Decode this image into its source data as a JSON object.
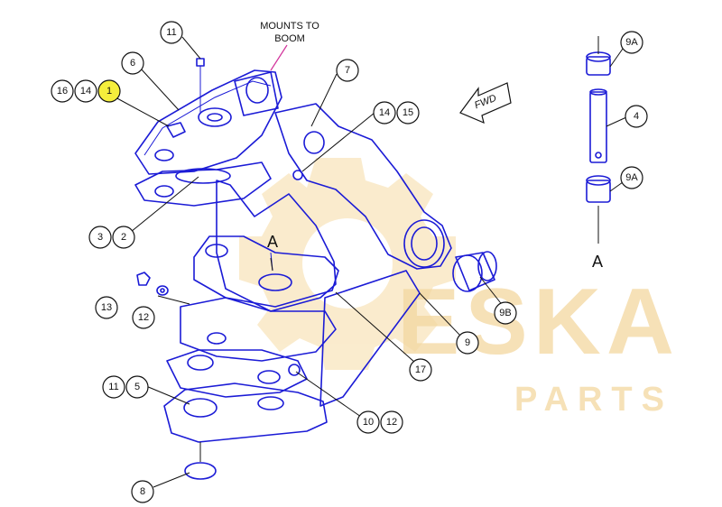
{
  "diagram": {
    "mount_label_line1": "MOUNTS TO",
    "mount_label_line2": "BOOM",
    "fwd_label": "FWD",
    "view_letter_main": "A",
    "view_letter_detail": "A",
    "highlight_color": "#f5ee3c",
    "line_color": "#1b1bd6"
  },
  "callouts": {
    "c11_top": "11",
    "c6": "6",
    "c16": "16",
    "c14_left": "14",
    "c1": "1",
    "c7": "7",
    "c14_right": "14",
    "c15": "15",
    "c3": "3",
    "c2": "2",
    "c13": "13",
    "c12_left": "12",
    "c9": "9",
    "c9b": "9B",
    "c17": "17",
    "c11_bottom": "11",
    "c5": "5",
    "c10": "10",
    "c12_bottom": "12",
    "c8": "8",
    "c9a_top": "9A",
    "c4": "4",
    "c9a_bottom": "9A"
  },
  "watermark": {
    "brand": "ESKA",
    "sub": "PARTS"
  }
}
